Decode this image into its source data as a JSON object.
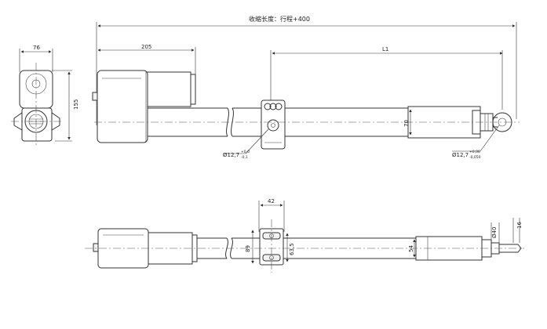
{
  "dimensions": {
    "retracted_length": "收缩长度：行程+400",
    "motor_length": "205",
    "stroke_extended": "L1",
    "side_width": "76",
    "side_height": "155",
    "tube_diameter_top": "70",
    "pin_hole_left": "Ø12,7",
    "pin_hole_left_tol_upper": "+0,0",
    "pin_hole_left_tol_lower": "-0,1",
    "pin_hole_right": "Ø12,7",
    "pin_hole_right_tol_upper": "+0,06",
    "pin_hole_right_tol_lower": "-0,050",
    "clamp_width": "42",
    "clamp_height_a": "89",
    "clamp_height_b": "63,5",
    "tube_diameter_bottom": "54",
    "rod_diameter": "Ø40",
    "rod_end": "16"
  }
}
